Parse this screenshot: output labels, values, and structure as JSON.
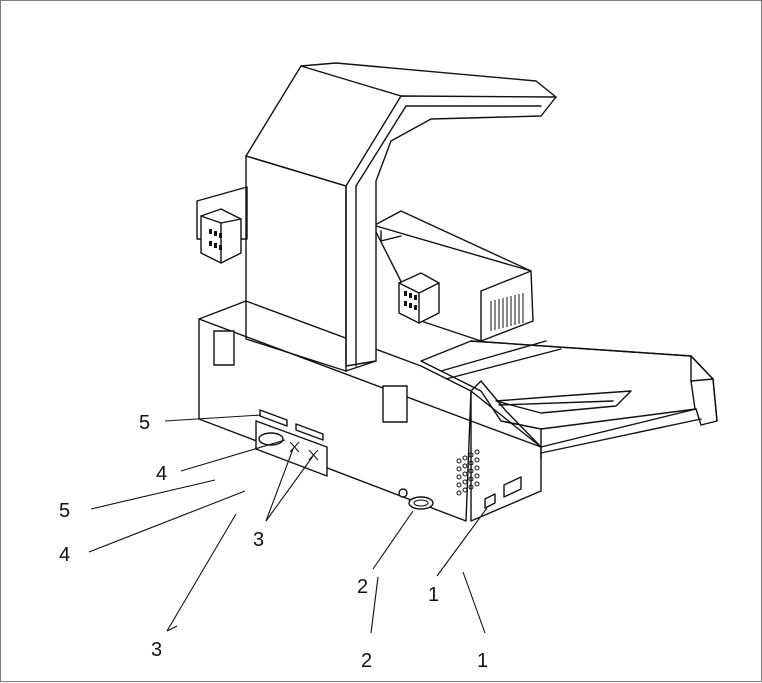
{
  "callouts": {
    "c1_inner": "1",
    "c1_outer": "1",
    "c2_inner": "2",
    "c2_outer": "2",
    "c3_inner": "3",
    "c3_outer": "3",
    "c4_inner": "4",
    "c4_outer": "4",
    "c5_inner": "5",
    "c5_outer": "5"
  },
  "colors": {
    "line": "#111111",
    "background": "#ffffff",
    "frame": "#7a7a7a"
  }
}
